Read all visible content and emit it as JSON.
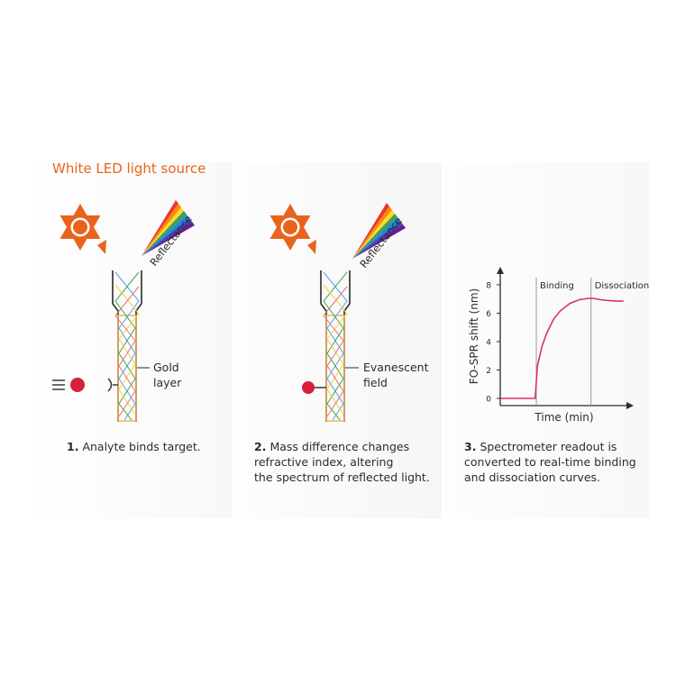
{
  "title": "White LED light source",
  "reflectance_label": "Reflectance",
  "panel1": {
    "label_line1": "Gold",
    "label_line2": "layer",
    "step_number": "1.",
    "caption_lines": [
      "Analyte binds target."
    ]
  },
  "panel2": {
    "label_line1": "Evanescent",
    "label_line2": "field",
    "step_number": "2.",
    "caption_lines": [
      "Mass difference changes",
      "refractive index, altering",
      "the spectrum of reflected light."
    ]
  },
  "panel3": {
    "step_number": "3.",
    "caption_lines": [
      "Spectrometer readout is",
      "converted to real-time binding",
      "and dissociation curves."
    ]
  },
  "colors": {
    "orange": "#e8641c",
    "red_dot": "#d81f3c",
    "curve": "#d9345c",
    "fiber_outline": "#f0b050"
  },
  "icons": [
    "sun-icon",
    "prism-rainbow-icon",
    "motion-lines-icon"
  ],
  "chart_data": {
    "type": "line",
    "title": "",
    "xlabel": "Time (min)",
    "ylabel": "FO-SPR shift (nm)",
    "ylim": [
      0,
      8
    ],
    "yticks": [
      0,
      2,
      4,
      6,
      8
    ],
    "phase_labels": [
      "Binding",
      "Dissociation"
    ],
    "x": [
      0,
      1.5,
      1.6,
      1.8,
      2.0,
      2.3,
      2.6,
      3.0,
      3.4,
      3.8,
      4.0,
      4.3,
      4.6,
      5.0,
      5.3
    ],
    "series": [
      {
        "values": [
          0,
          0,
          2.3,
          3.7,
          4.6,
          5.6,
          6.2,
          6.7,
          6.95,
          7.05,
          7.05,
          6.95,
          6.9,
          6.85,
          6.85
        ]
      }
    ],
    "xlim": [
      0,
      5.5
    ],
    "binding_start_x": 1.55,
    "dissociation_start_x": 3.9,
    "grid": false
  }
}
